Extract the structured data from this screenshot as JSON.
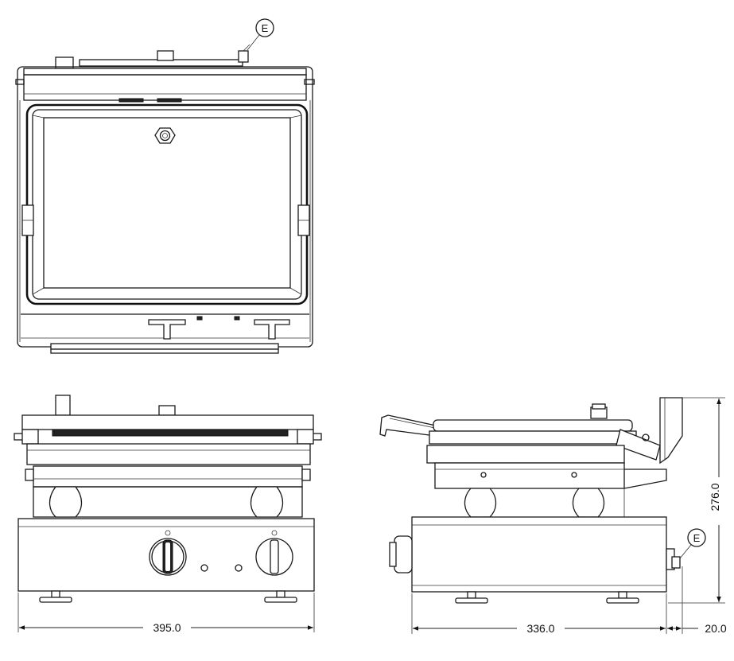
{
  "callouts": {
    "top_view_marker": "E",
    "side_view_marker": "E"
  },
  "dimensions": {
    "front_width": "395.0",
    "side_depth": "336.0",
    "side_offset": "20.0",
    "side_height": "276.0"
  }
}
